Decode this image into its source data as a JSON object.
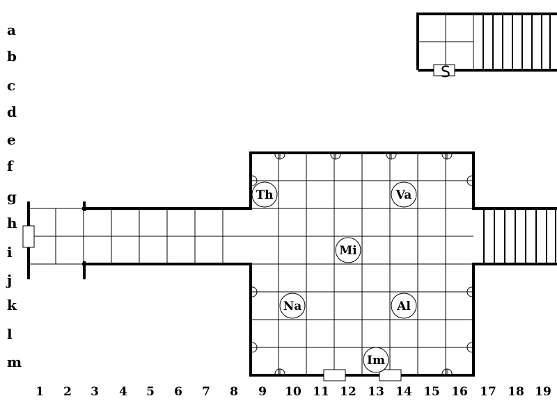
{
  "colors": {
    "background": "#ffffff",
    "ink": "#000000",
    "grid": "#000000"
  },
  "row_labels": [
    "a",
    "b",
    "c",
    "d",
    "e",
    "f",
    "g",
    "h",
    "i",
    "j",
    "k",
    "l",
    "m"
  ],
  "column_labels": [
    "1",
    "2",
    "3",
    "4",
    "5",
    "6",
    "7",
    "8",
    "9",
    "10",
    "11",
    "12",
    "13",
    "14",
    "15",
    "16",
    "17",
    "18",
    "19"
  ],
  "tokens": [
    {
      "id": "token-th",
      "label": "Th",
      "cell": "9g"
    },
    {
      "id": "token-va",
      "label": "Va",
      "cell": "14g"
    },
    {
      "id": "token-mi",
      "label": "Mi",
      "cell": "12i"
    },
    {
      "id": "token-na",
      "label": "Na",
      "cell": "10k"
    },
    {
      "id": "token-al",
      "label": "Al",
      "cell": "14k"
    },
    {
      "id": "token-im",
      "label": "Im",
      "cell": "13m"
    }
  ],
  "stair_marker": {
    "label": "S"
  },
  "icons": {
    "wall_sconce": "sconce-icon",
    "door": "door-icon",
    "stairs": "stairs-icon"
  }
}
